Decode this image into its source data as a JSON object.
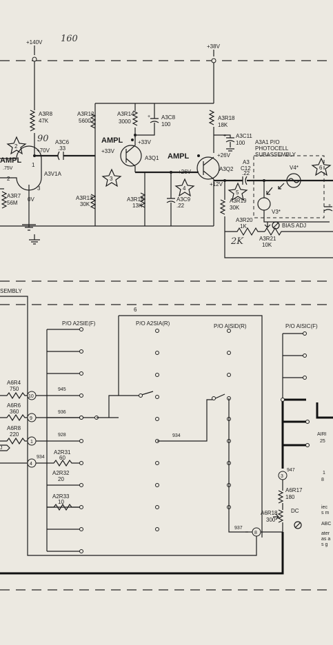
{
  "handwritten": {
    "note_top": "160",
    "note_90": "90",
    "note_2k": "2K"
  },
  "rails": {
    "b_140": "+140V",
    "b_38": "+38V"
  },
  "tube": {
    "ref": "A3V1A",
    "label": "AMPL",
    "v_grid": ".75V",
    "v_plate": "+70V",
    "v_cathode": "0V",
    "pin_grid": "2",
    "pin_cathode": "3",
    "pin_plate": "1"
  },
  "stage1": {
    "r8_ref": "A3R8",
    "r8_val": "47K",
    "c6_ref": "A3C6",
    "c6_val": ".33",
    "r7_ref": "A3R7",
    "r7_val": "56M"
  },
  "stage2": {
    "label": "AMPL",
    "q_ref": "A3Q1",
    "v_base": "+33V",
    "v_coll": "+33V",
    "r12_ref": "A3R12",
    "r12_val": "5600",
    "r14_ref": "A3R14",
    "r14_val": "3000",
    "c8_ref": "A3C8",
    "c8_val": "100",
    "r13_ref": "A3R13",
    "r13_val": "30K",
    "r15_ref": "A3R15",
    "r15_val": "13K",
    "c9_ref": "A3C9",
    "c9_val": ".22"
  },
  "stage3": {
    "label": "AMPL",
    "q_ref": "A3Q2",
    "v_coll": "+26V",
    "v_base": "+26V",
    "v_emit": "+12V",
    "r18_ref": "A3R18",
    "r18_val": "18K",
    "c11_ref": "A3C11",
    "c11_val": "100",
    "r19_ref": "A3R19",
    "r19_val": "30K",
    "r20_ref": "A3R20",
    "r20_val": "1K",
    "r21_ref": "A3R21",
    "r21_val": "10K",
    "c12_ref": "A3",
    "c12_ref2": "C12",
    "c12_val": ".22"
  },
  "photocell": {
    "line1": "A3A1 P/O",
    "line2": "PHOTOCELL",
    "line3": "SUBASSEMBLY",
    "v4": "V4*",
    "v3": "V3*",
    "bias": "BIAS ADJ"
  },
  "markers": [
    "2",
    "3",
    "4",
    "5",
    "6"
  ],
  "plus_sign": "+",
  "lower": {
    "assembly_label": "SEMBLY",
    "bus_label": "6",
    "switches": [
      "P/O A2SIE(F)",
      "P/O A2SIA(R)",
      "P/O AISID(R)",
      "P/O AISIC(F)"
    ],
    "left_res": [
      {
        "ref": "A6R4",
        "val": "750"
      },
      {
        "ref": "A6R6",
        "val": "360"
      },
      {
        "ref": "A6R8",
        "val": "220"
      }
    ],
    "mid_res": [
      {
        "ref": "A2R31",
        "val": "60"
      },
      {
        "ref": "A2R32",
        "val": "20"
      },
      {
        "ref": "A2R33",
        "val": "10"
      }
    ],
    "terms": [
      "10",
      "9",
      "1",
      "4",
      "3",
      "8"
    ],
    "wires": [
      "945",
      "936",
      "928",
      "934",
      "934",
      "947",
      "937"
    ],
    "r17_ref": "A6R17",
    "r17_val": "180",
    "r18_ref": "A6R18",
    "r18_val": "300",
    "dc": "DC",
    "j": "J",
    "edge": {
      "airi": "AIRI",
      "airi_val": "25",
      "v12": "1",
      "v8": "8",
      "m1": "iec",
      "m2": "s m",
      "m3": "ABC",
      "m4": "ater",
      "m5": "as a",
      "m6": "s g"
    }
  }
}
